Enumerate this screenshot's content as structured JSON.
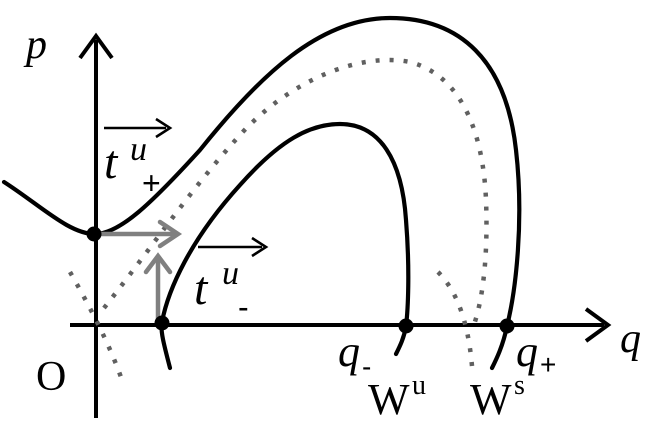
{
  "axes": {
    "x_label": "q",
    "y_label": "p",
    "origin_label": "O"
  },
  "tangent_labels": {
    "plus_main": "t",
    "plus_sup": "u",
    "plus_sub": "+",
    "minus_main": "t",
    "minus_sup": "u",
    "minus_sub": "-"
  },
  "point_labels": {
    "q_minus_main": "q",
    "q_minus_sub": "-",
    "q_plus_main": "q",
    "q_plus_sub": "+"
  },
  "manifold_labels": {
    "unstable_main": "W",
    "unstable_sup": "u",
    "stable_main": "W",
    "stable_sup": "s"
  },
  "colors": {
    "curve": "#000000",
    "dotted": "#606060",
    "tangent_arrow": "#808080"
  }
}
